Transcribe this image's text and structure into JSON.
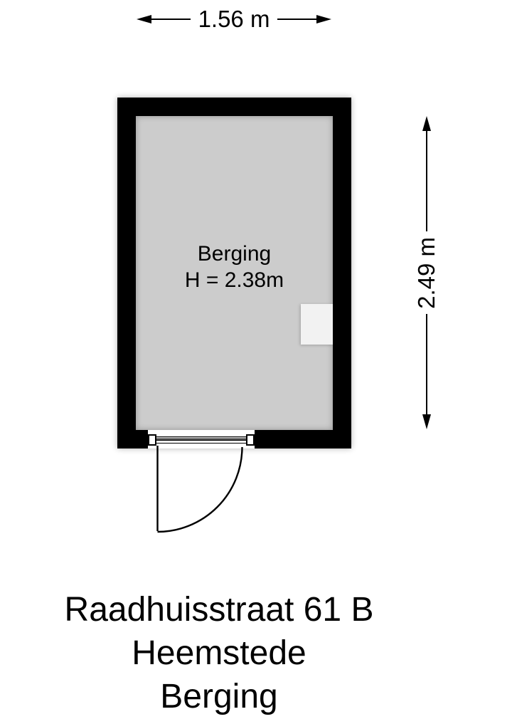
{
  "dimensions": {
    "top": {
      "label": "1.56 m"
    },
    "right": {
      "label": "2.49 m"
    }
  },
  "room": {
    "name": "Berging",
    "ceiling_height": "H = 2.38m"
  },
  "footer": {
    "lines": [
      "Raadhuisstraat 61 B",
      "Heemstede",
      "Berging"
    ]
  },
  "colors": {
    "page": "#ffffff",
    "wall": "#000000",
    "floor": "#cccccc",
    "niche": "#f2f2f2",
    "line": "#000000",
    "text": "#000000"
  }
}
